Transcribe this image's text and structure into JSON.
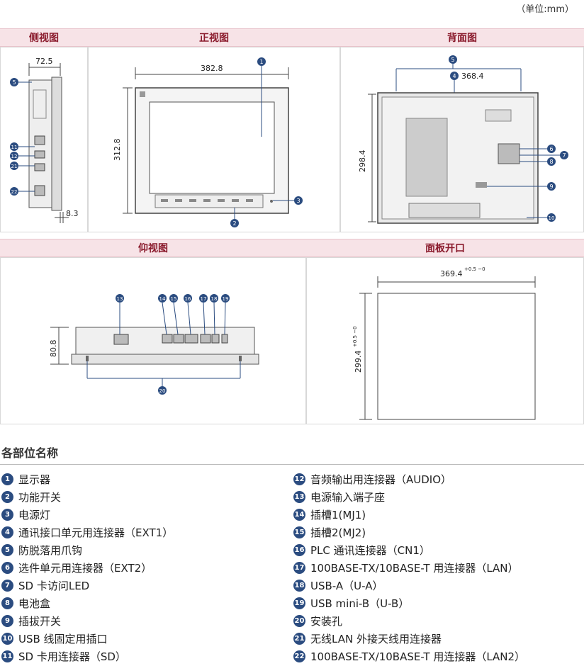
{
  "unit_note": "（单位:mm）",
  "views": {
    "side": "侧视图",
    "front": "正视图",
    "back": "背面图",
    "bottom": "仰视图",
    "cutout": "面板开口"
  },
  "dimensions": {
    "side_depth": "72.5",
    "side_panel": "8.3",
    "front_width": "382.8",
    "front_height": "312.8",
    "back_width": "368.4",
    "back_height": "298.4",
    "bottom_height": "80.8",
    "cutout_width": "369.4",
    "cutout_width_tol": "+0.5 −0",
    "cutout_height": "299.4",
    "cutout_height_tol": "+0.5 −0"
  },
  "parts_title": "各部位名称",
  "parts_left": [
    {
      "n": "1",
      "label": "显示器"
    },
    {
      "n": "2",
      "label": "功能开关"
    },
    {
      "n": "3",
      "label": "电源灯"
    },
    {
      "n": "4",
      "label": "通讯接口单元用连接器（EXT1）"
    },
    {
      "n": "5",
      "label": "防脱落用爪钩"
    },
    {
      "n": "6",
      "label": "选件单元用连接器（EXT2）"
    },
    {
      "n": "7",
      "label": "SD 卡访问LED"
    },
    {
      "n": "8",
      "label": "电池盒"
    },
    {
      "n": "9",
      "label": "插拔开关"
    },
    {
      "n": "10",
      "label": "USB 线固定用插口"
    },
    {
      "n": "11",
      "label": "SD 卡用连接器（SD）"
    }
  ],
  "parts_right": [
    {
      "n": "12",
      "label": "音频输出用连接器（AUDIO）"
    },
    {
      "n": "13",
      "label": "电源输入端子座"
    },
    {
      "n": "14",
      "label": "插槽1(MJ1)"
    },
    {
      "n": "15",
      "label": "插槽2(MJ2)"
    },
    {
      "n": "16",
      "label": "PLC 通讯连接器（CN1）"
    },
    {
      "n": "17",
      "label": "100BASE-TX/10BASE-T 用连接器（LAN）"
    },
    {
      "n": "18",
      "label": "USB-A（U-A）"
    },
    {
      "n": "19",
      "label": "USB mini-B（U-B）"
    },
    {
      "n": "20",
      "label": "安装孔"
    },
    {
      "n": "21",
      "label": "无线LAN 外接天线用连接器"
    },
    {
      "n": "22",
      "label": "100BASE-TX/10BASE-T 用连接器（LAN2）"
    }
  ],
  "colors": {
    "header_bg": "#f7e3e7",
    "header_text": "#8a1a2c",
    "callout": "#2b4c80"
  }
}
